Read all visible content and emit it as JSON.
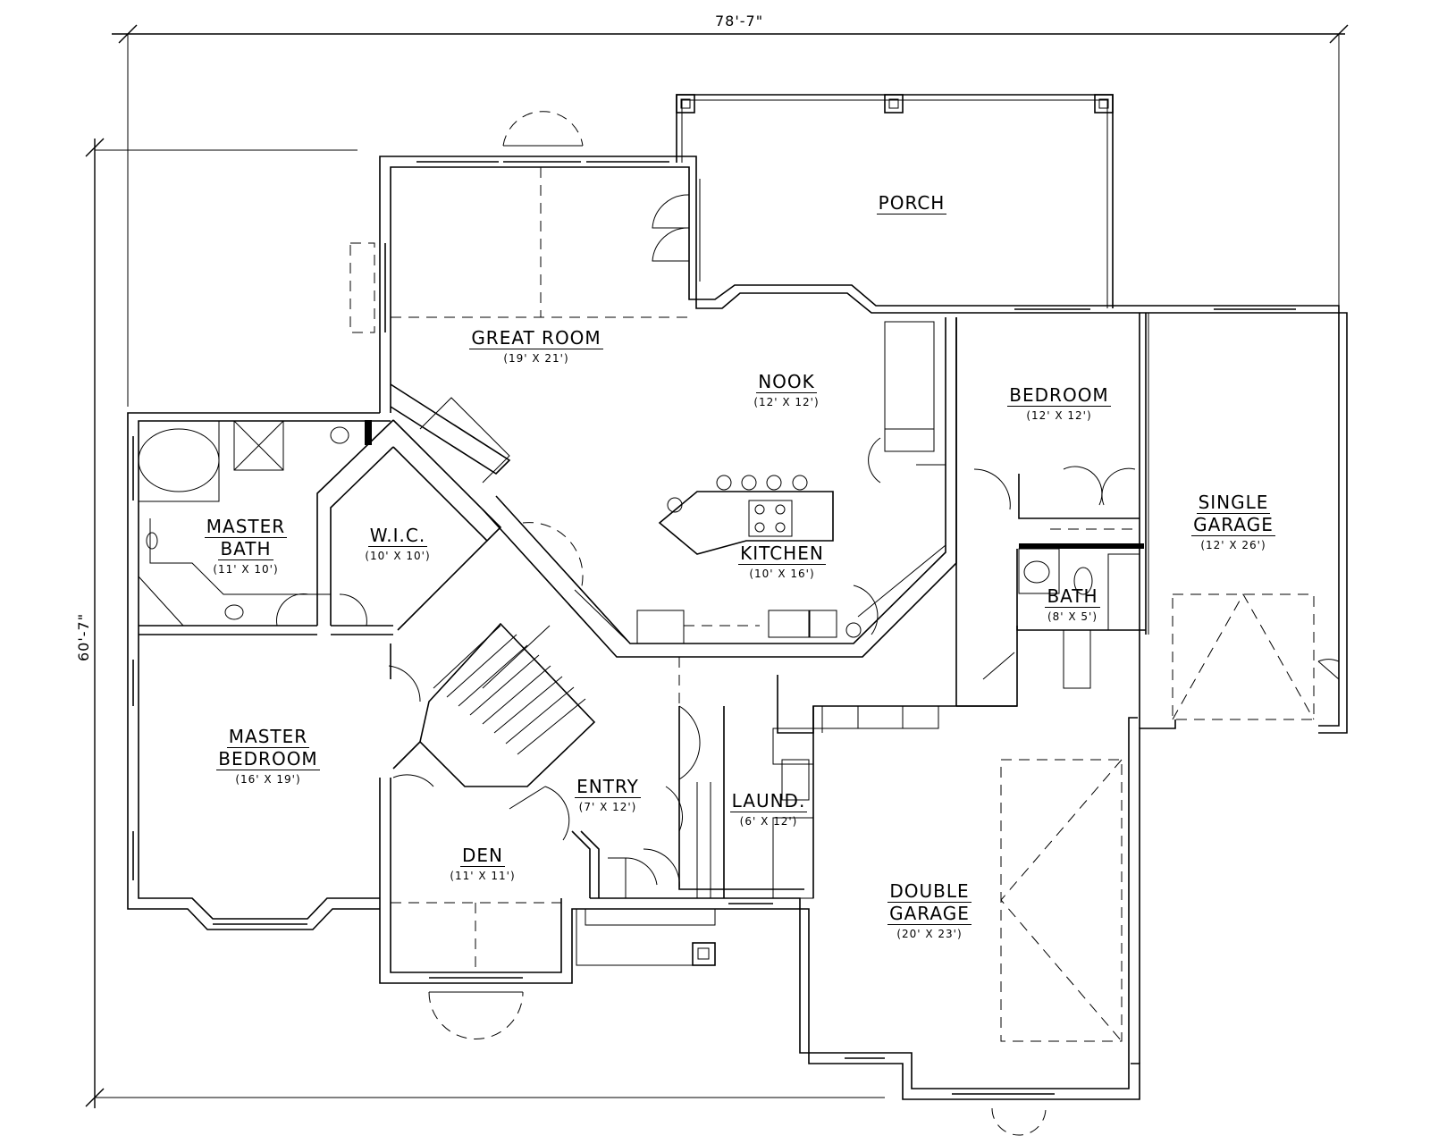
{
  "plan": {
    "overall_width": "78'-7\"",
    "overall_depth": "60'-7\""
  },
  "rooms": {
    "porch": {
      "name": "PORCH",
      "size": ""
    },
    "great_room": {
      "name": "GREAT ROOM",
      "size": "(19' X 21')"
    },
    "nook": {
      "name": "NOOK",
      "size": "(12' X 12')"
    },
    "kitchen": {
      "name": "KITCHEN",
      "size": "(10' X 16')"
    },
    "bedroom": {
      "name": "BEDROOM",
      "size": "(12' X 12')"
    },
    "bath": {
      "name": "BATH",
      "size": "(8' X 5')"
    },
    "single_garage": {
      "name_line1": "SINGLE",
      "name_line2": "GARAGE",
      "size": "(12' X 26')"
    },
    "master_bath": {
      "name_line1": "MASTER",
      "name_line2": "BATH",
      "size": "(11' X 10')"
    },
    "wic": {
      "name": "W.I.C.",
      "size": "(10' X 10')"
    },
    "master_bedroom": {
      "name_line1": "MASTER",
      "name_line2": "BEDROOM",
      "size": "(16' X 19')"
    },
    "entry": {
      "name": "ENTRY",
      "size": "(7' X 12')"
    },
    "laundry": {
      "name": "LAUND.",
      "size": "(6' X 12')"
    },
    "den": {
      "name": "DEN",
      "size": "(11' X 11')"
    },
    "double_garage": {
      "name_line1": "DOUBLE",
      "name_line2": "GARAGE",
      "size": "(20' X 23')"
    }
  }
}
